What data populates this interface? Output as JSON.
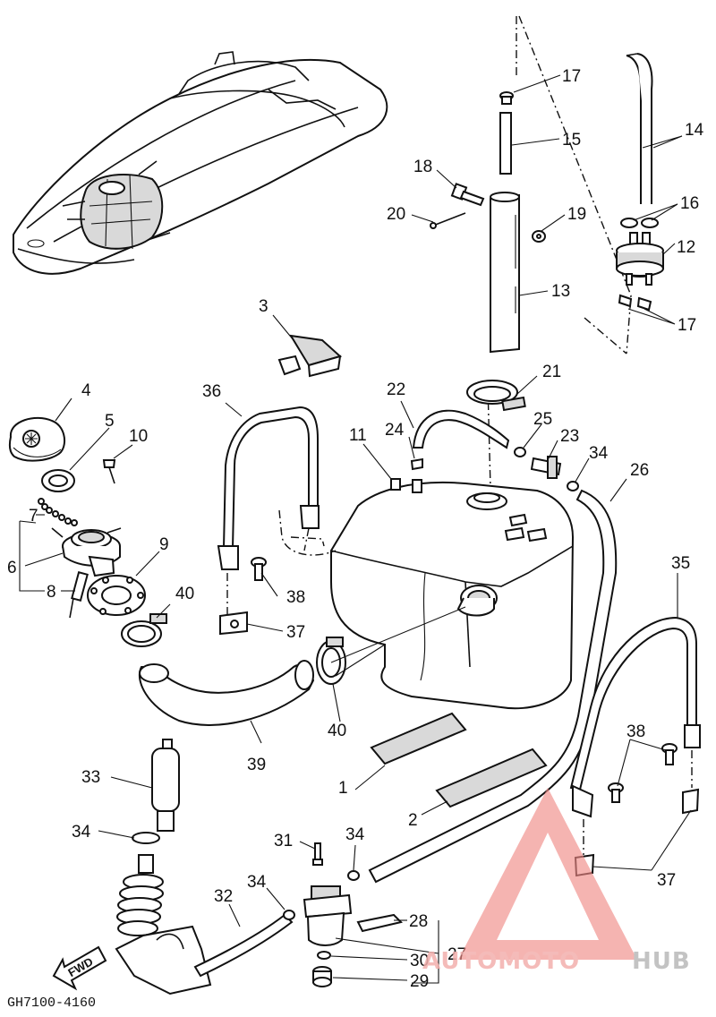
{
  "diagram": {
    "drawing_code": "GH7100-4160",
    "direction_label": "FWD",
    "callouts": {
      "c1": "1",
      "c2": "2",
      "c3": "3",
      "c4": "4",
      "c5": "5",
      "c6": "6",
      "c7": "7",
      "c8": "8",
      "c9": "9",
      "c10": "10",
      "c11": "11",
      "c12": "12",
      "c13": "13",
      "c14": "14",
      "c15": "15",
      "c16": "16",
      "c17a": "17",
      "c17b": "17",
      "c18": "18",
      "c19": "19",
      "c20": "20",
      "c21": "21",
      "c22": "22",
      "c23": "23",
      "c24": "24",
      "c25": "25",
      "c26": "26",
      "c27": "27",
      "c28": "28",
      "c29": "29",
      "c30": "30",
      "c31": "31",
      "c32": "32",
      "c33": "33",
      "c34a": "34",
      "c34b": "34",
      "c34c": "34",
      "c34d": "34",
      "c35": "35",
      "c36": "36",
      "c37a": "37",
      "c37b": "37",
      "c38a": "38",
      "c38b": "38",
      "c39": "39",
      "c40a": "40",
      "c40b": "40"
    },
    "watermark": {
      "brand_a": "AUTOMOTO",
      "brand_b": "HUB",
      "accent": "#f08a86",
      "gray": "#a8a8a8"
    }
  }
}
